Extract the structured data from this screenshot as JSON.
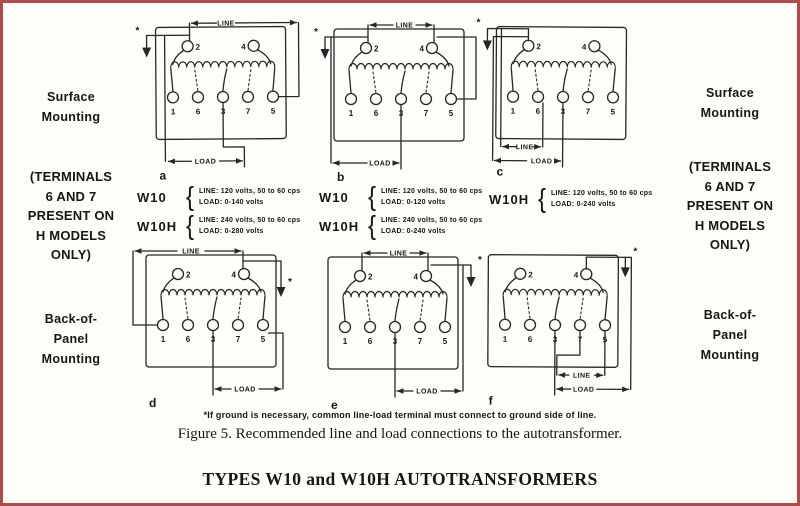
{
  "figure": {
    "footnote": "*If ground is necessary, common line-load terminal must connect to ground side of line.",
    "caption": "Figure 5. Recommended line and load connections to the autotransformer.",
    "title": "TYPES W10 and W10H AUTOTRANSFORMERS"
  },
  "labels": {
    "line": "LINE",
    "load": "LOAD",
    "brace": "{",
    "ground_marker": "*"
  },
  "terminals": {
    "t1": "1",
    "t2": "2",
    "t3": "3",
    "t4": "4",
    "t5": "5",
    "t6": "6",
    "t7": "7"
  },
  "side_labels": {
    "left": {
      "surface": [
        "Surface",
        "Mounting"
      ],
      "terminals_note": [
        "(TERMINALS",
        "6 AND 7",
        "PRESENT ON",
        "H MODELS",
        "ONLY)"
      ],
      "back_of_panel": [
        "Back-of-",
        "Panel",
        "Mounting"
      ]
    },
    "right": {
      "surface": [
        "Surface",
        "Mounting"
      ],
      "terminals_note": [
        "(TERMINALS",
        "6 AND 7",
        "PRESENT ON",
        "H MODELS",
        "ONLY)"
      ],
      "back_of_panel": [
        "Back-of-",
        "Panel",
        "Mounting"
      ]
    }
  },
  "diagrams": {
    "a": {
      "letter": "a"
    },
    "b": {
      "letter": "b"
    },
    "c": {
      "letter": "c"
    },
    "d": {
      "letter": "d"
    },
    "e": {
      "letter": "e"
    },
    "f": {
      "letter": "f"
    }
  },
  "specs": {
    "col_a": [
      {
        "model": "W10",
        "line": "LINE: 120 volts, 50 to 60 cps",
        "load": "LOAD: 0-140 volts"
      },
      {
        "model": "W10H",
        "line": "LINE: 240 volts, 50 to 60 cps",
        "load": "LOAD: 0-280 volts"
      }
    ],
    "col_b": [
      {
        "model": "W10",
        "line": "LINE: 120 volts, 50 to 60 cps",
        "load": "LOAD: 0-120 volts"
      },
      {
        "model": "W10H",
        "line": "LINE: 240 volts, 50 to 60 cps",
        "load": "LOAD: 0-240 volts"
      }
    ],
    "col_c": [
      {
        "model": "W10H",
        "line": "LINE: 120 volts, 50 to 60 cps",
        "load": "LOAD: 0-240 volts"
      }
    ]
  }
}
